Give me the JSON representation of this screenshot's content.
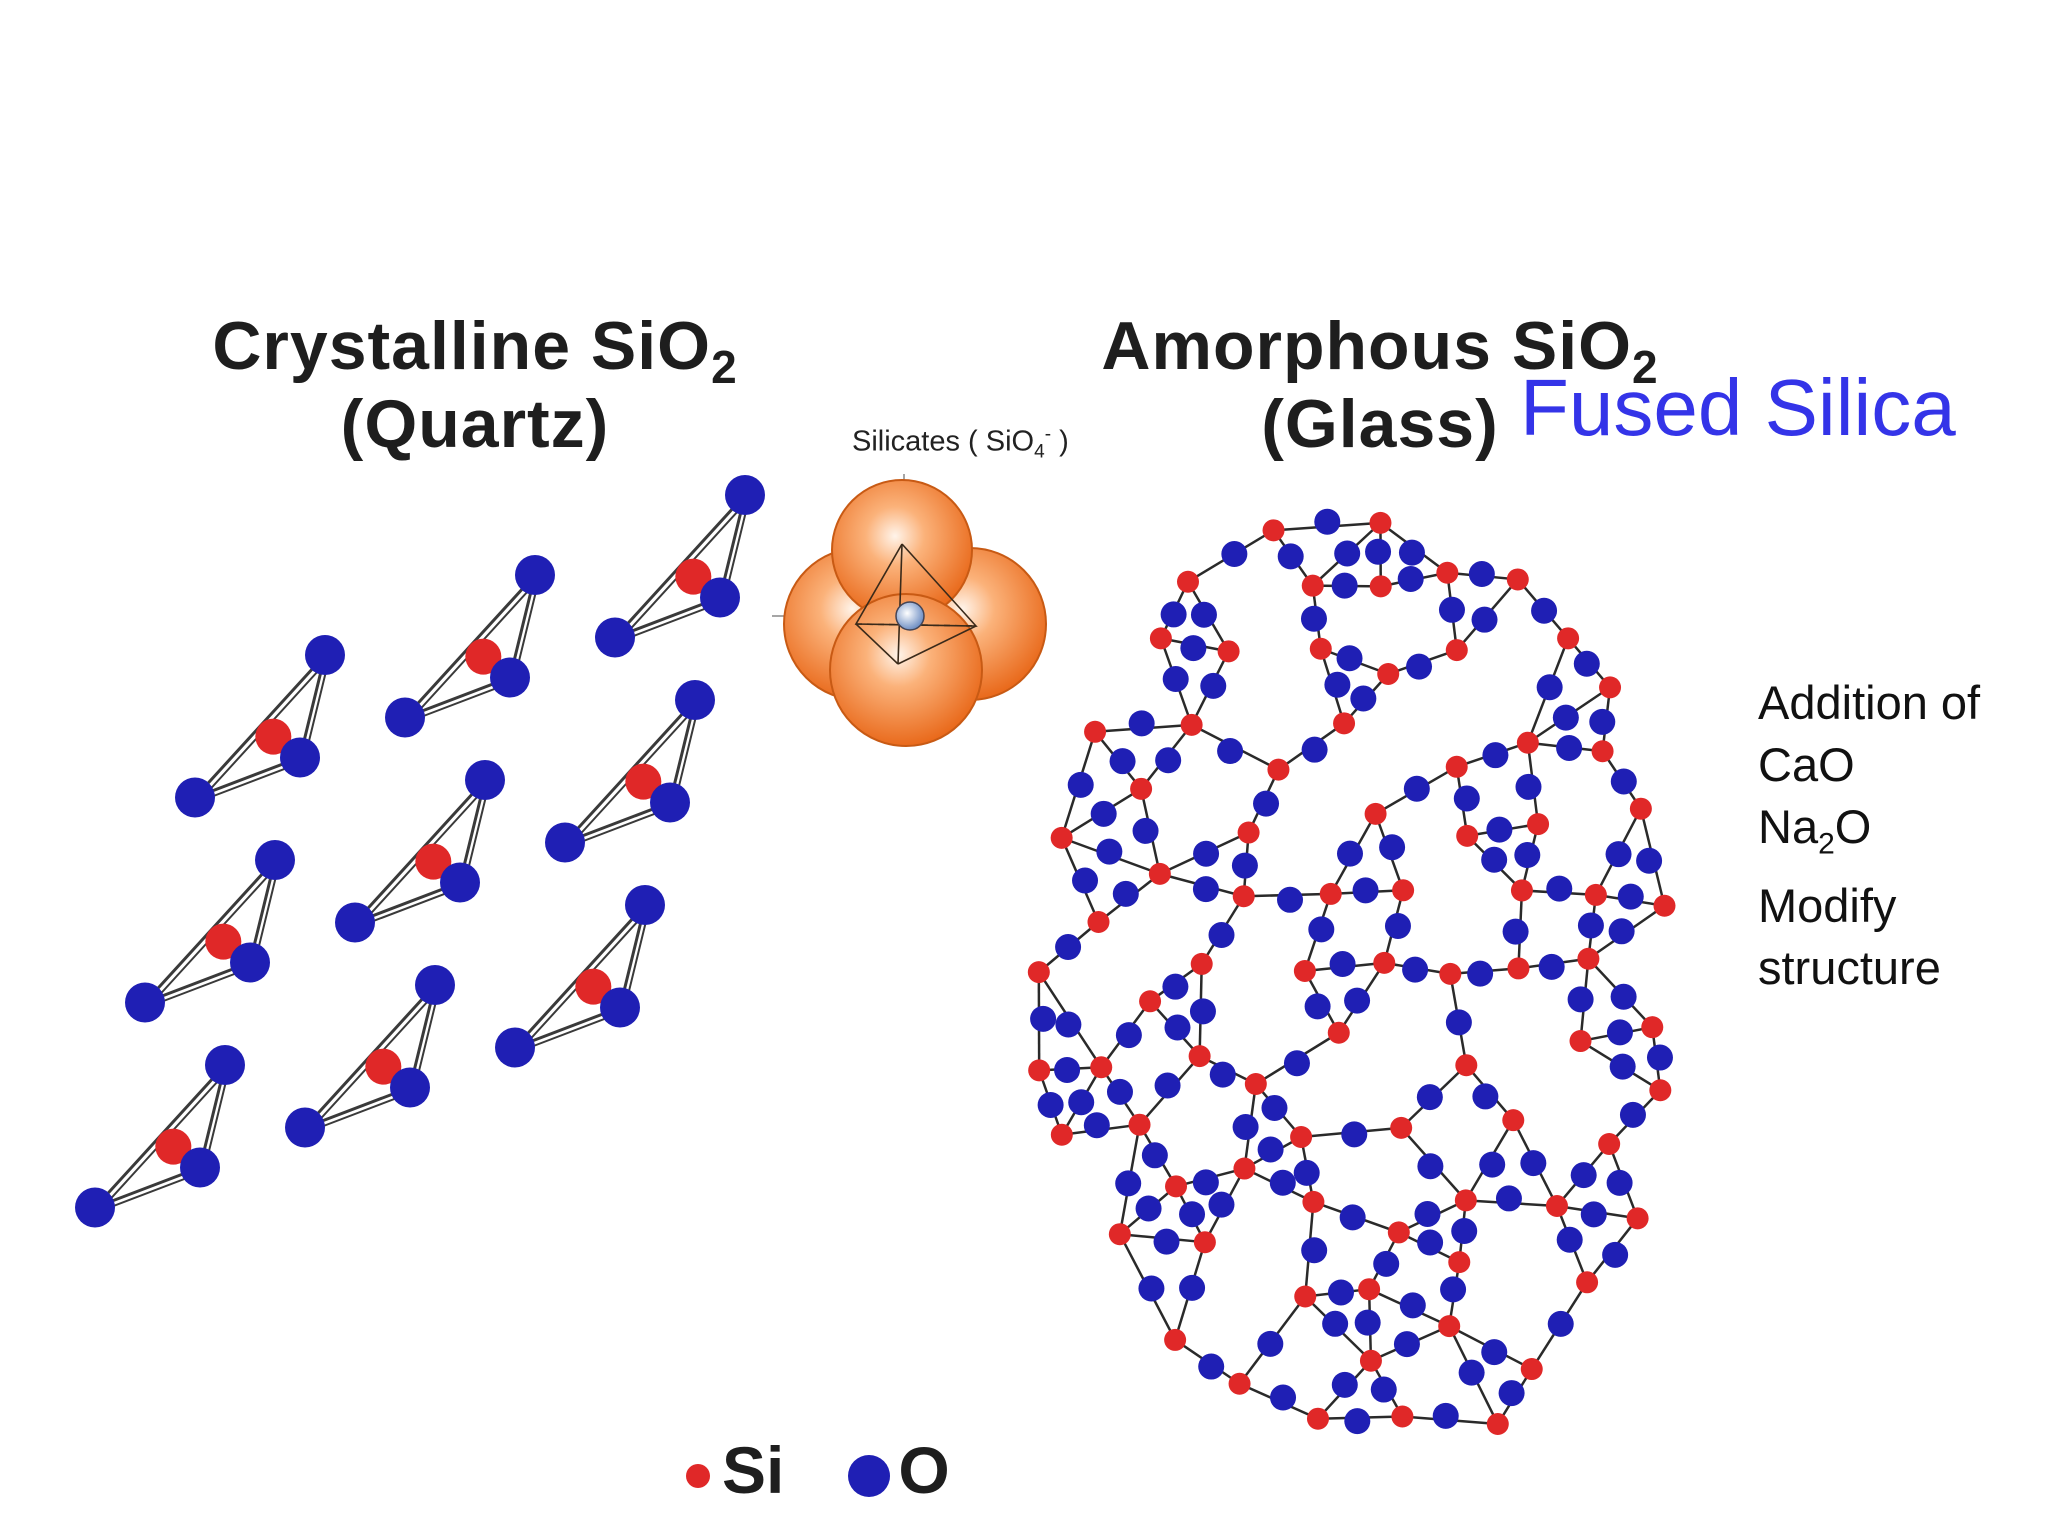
{
  "titles": {
    "crystalline": {
      "main": "Crystalline SiO",
      "sub": "2",
      "line2": "(Quartz)"
    },
    "amorphous": {
      "main": "Amorphous SiO",
      "sub": "2",
      "line2": "(Glass)"
    }
  },
  "fused_label": "Fused Silica",
  "silicates": {
    "prefix": "Silicates ( SiO",
    "sub": "4",
    "sup": "-",
    "suffix": " )"
  },
  "notes": {
    "line1": "Addition of",
    "line2": "CaO",
    "line3_a": "Na",
    "line3_sub": "2",
    "line3_b": "O",
    "line4": "Modify",
    "line5": "structure"
  },
  "legend": {
    "si_label": "Si",
    "o_label": "O"
  },
  "colors": {
    "si": "#e02828",
    "o": "#1f1fb4",
    "fused": "#3434e8",
    "sphere": "#f0843c"
  }
}
